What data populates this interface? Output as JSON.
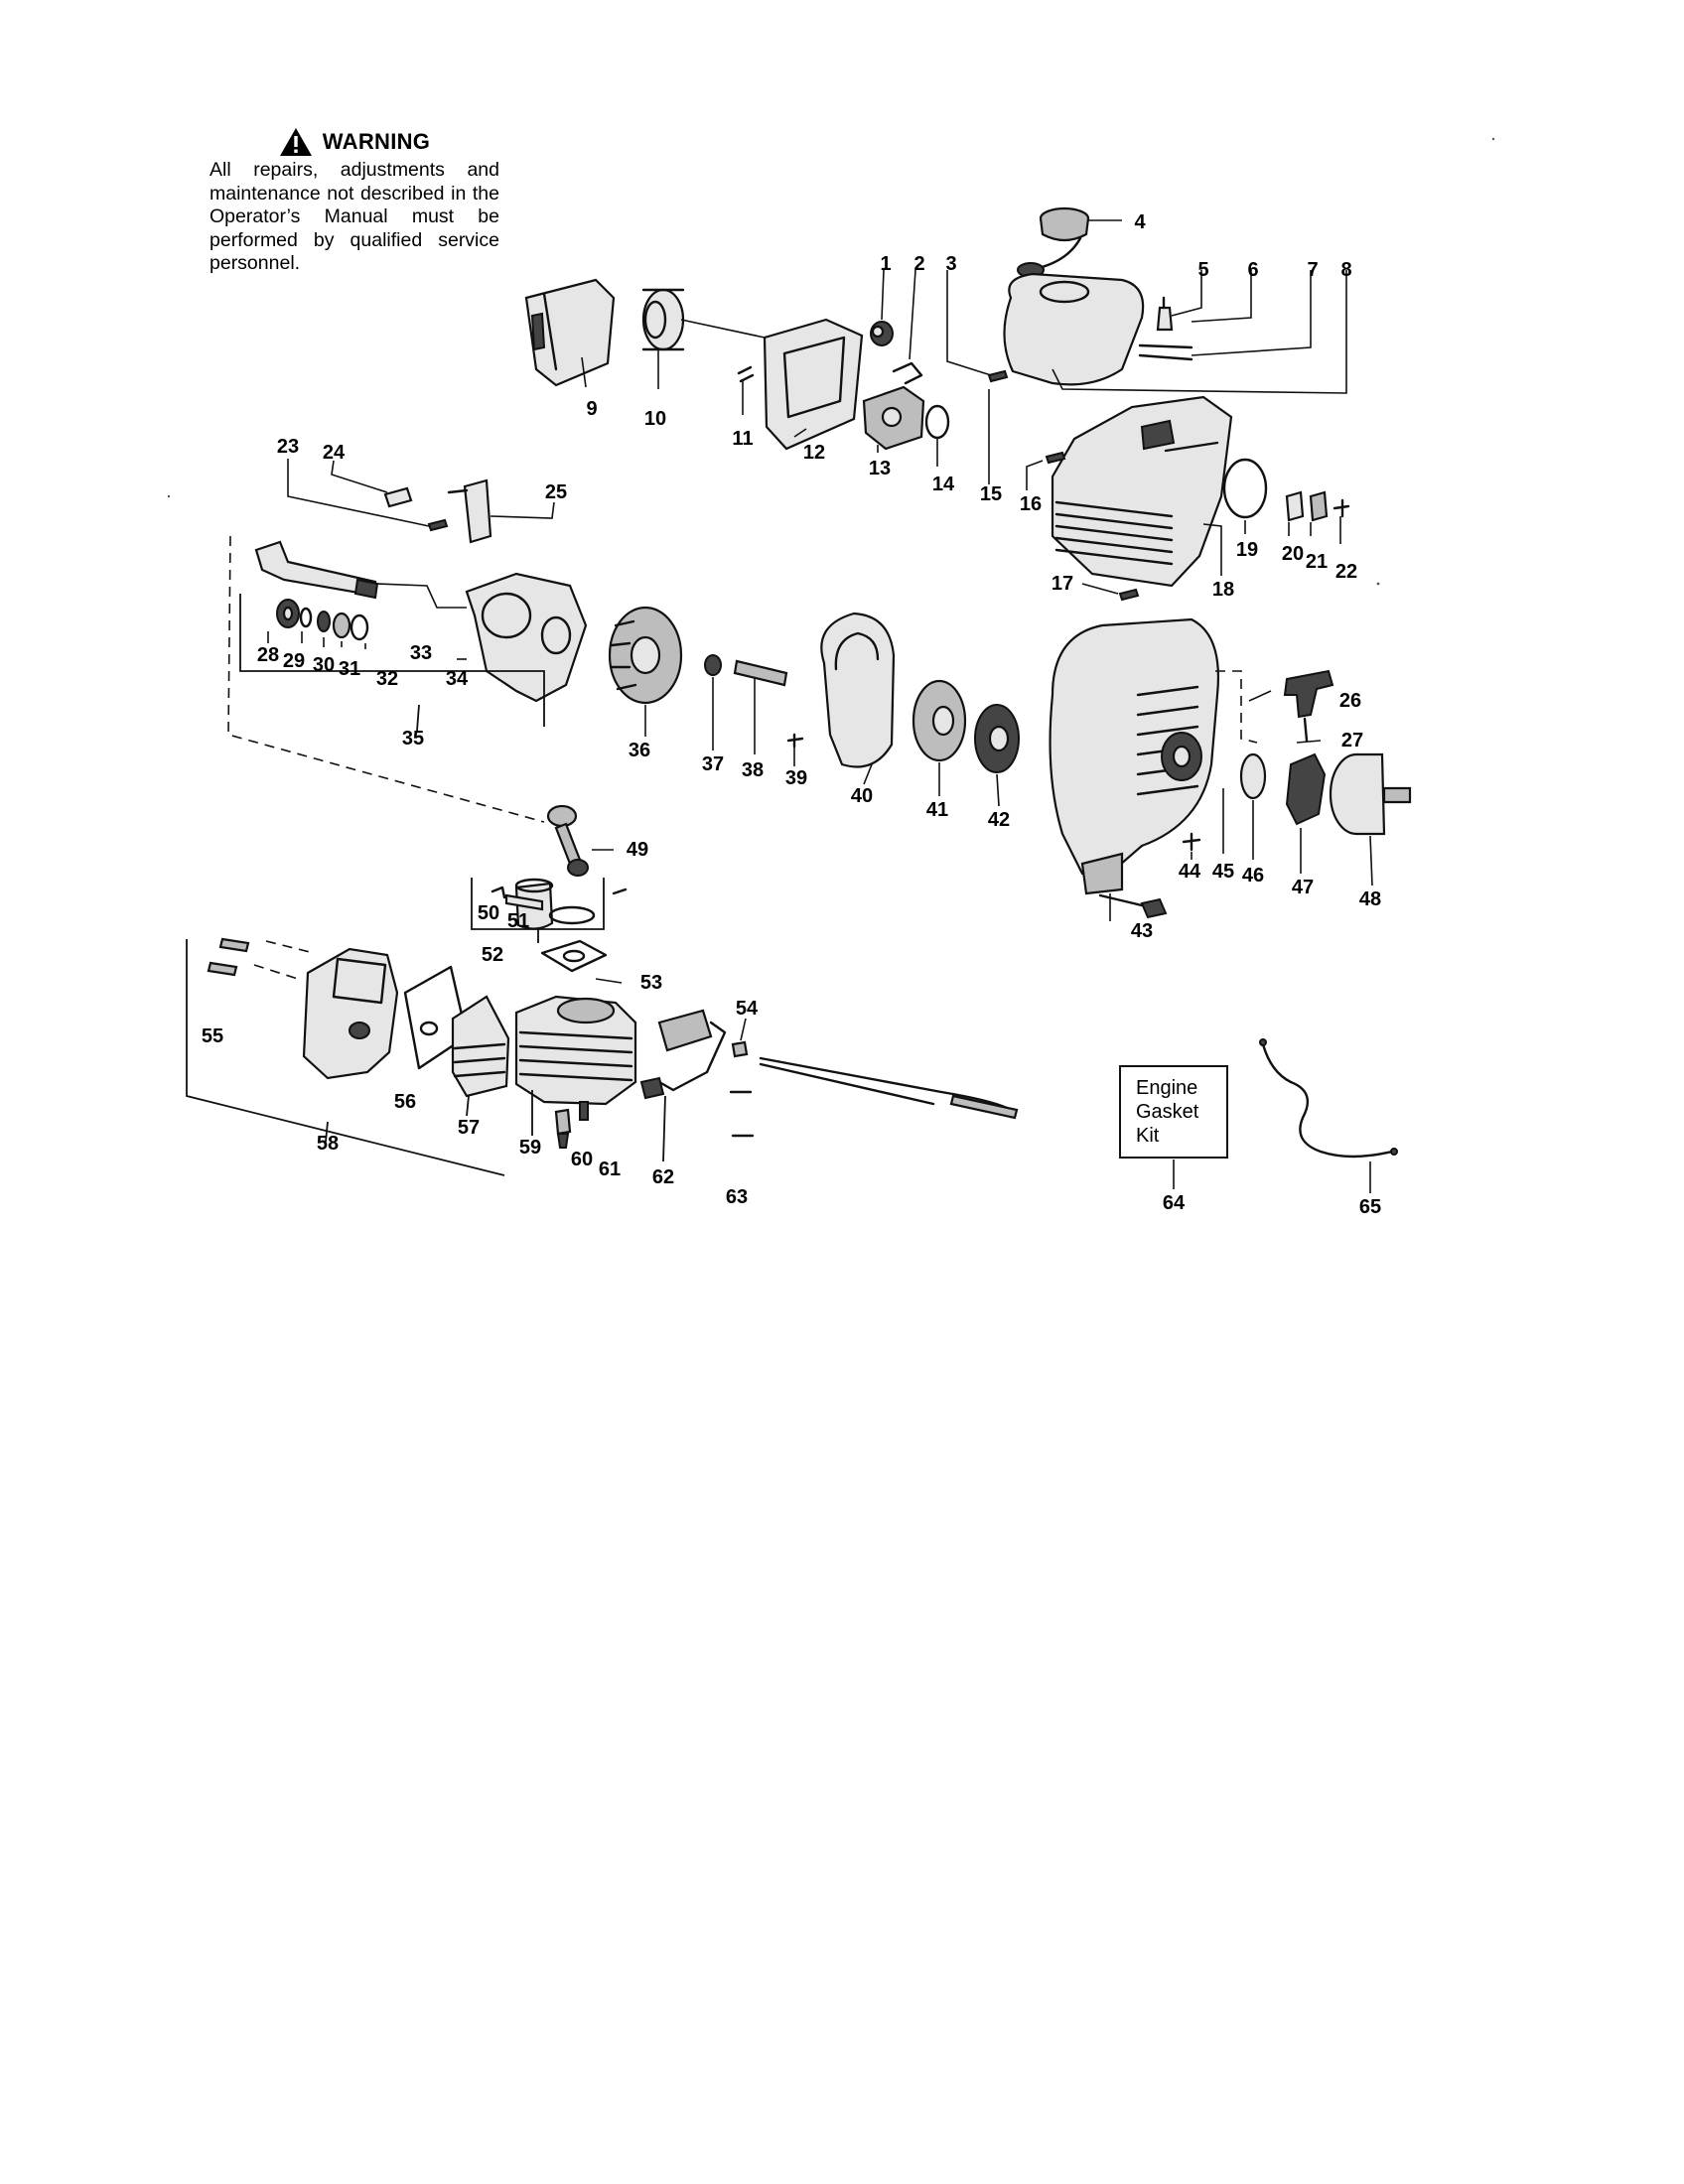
{
  "warning": {
    "icon": "warning-triangle-icon",
    "title": "WARNING",
    "text": "All repairs, adjustments and maintenance not described in the Operator’s Manual must be performed by qualified service personnel."
  },
  "kit_box": {
    "line1": "Engine",
    "line2": "Gasket",
    "line3": "Kit",
    "part_number": "64"
  },
  "part_labels": [
    "1",
    "2",
    "3",
    "4",
    "5",
    "6",
    "7",
    "8",
    "9",
    "10",
    "11",
    "12",
    "13",
    "14",
    "15",
    "16",
    "17",
    "18",
    "19",
    "20",
    "21",
    "22",
    "23",
    "24",
    "25",
    "26",
    "27",
    "28",
    "29",
    "30",
    "31",
    "32",
    "33",
    "34",
    "35",
    "36",
    "37",
    "38",
    "39",
    "40",
    "41",
    "42",
    "43",
    "44",
    "45",
    "46",
    "47",
    "48",
    "49",
    "50",
    "51",
    "52",
    "53",
    "54",
    "55",
    "56",
    "57",
    "58",
    "59",
    "60",
    "61",
    "62",
    "63",
    "64",
    "65"
  ]
}
